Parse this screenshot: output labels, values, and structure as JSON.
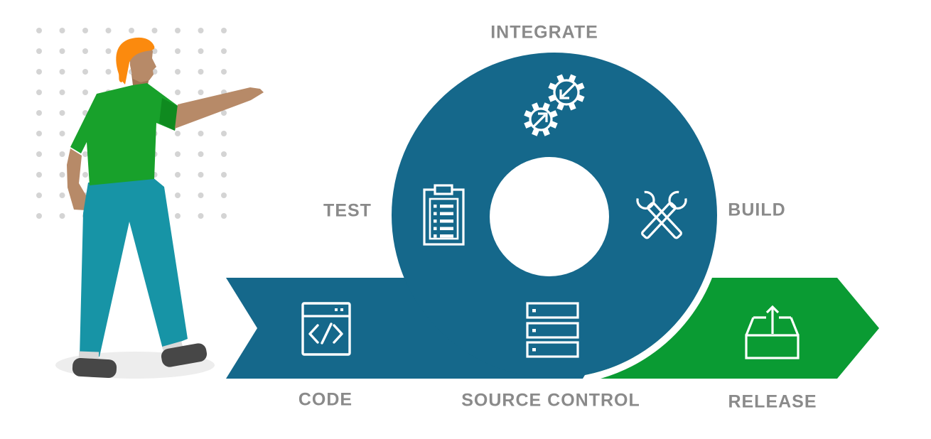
{
  "diagram_title": "devops-infinite-loop",
  "stages": [
    {
      "id": "integrate",
      "label": "INTEGRATE",
      "icon": "gears-sync-icon"
    },
    {
      "id": "test",
      "label": "TEST",
      "icon": "clipboard-checklist-icon"
    },
    {
      "id": "build",
      "label": "BUILD",
      "icon": "crossed-wrenches-icon"
    },
    {
      "id": "code",
      "label": "CODE",
      "icon": "code-window-icon"
    },
    {
      "id": "source-control",
      "label": "SOURCE CONTROL",
      "icon": "server-stack-icon"
    },
    {
      "id": "release",
      "label": "RELEASE",
      "icon": "box-upload-arrow-icon"
    }
  ],
  "colors": {
    "loop_teal": "#15688b",
    "release_green": "#0a9b33",
    "label_gray": "#8a8a8a",
    "shirt_green": "#18a12b",
    "shirt_green_shade": "#0f8a1f",
    "pants_teal": "#1794a6",
    "skin": "#b78a68",
    "skin_shade": "#a07453",
    "hair_orange": "#fb8a0e",
    "shoe_gray": "#474747",
    "sock_gray": "#d9d9d9",
    "shadow_gray": "#ededed",
    "dot_gray": "#d4d4d4",
    "icon_white": "#ffffff"
  }
}
